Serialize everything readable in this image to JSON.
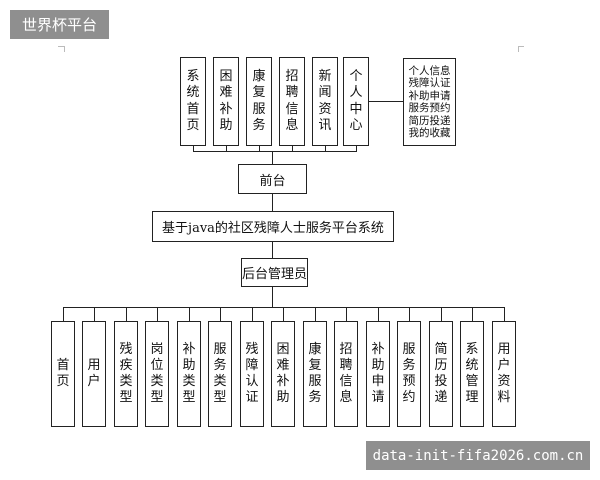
{
  "watermark_top": "世界杯平台",
  "watermark_bottom": "data-init-fifa2026.com.cn",
  "diagram": {
    "root": "基于java的社区残障人士服务平台系统",
    "frontend": {
      "label": "前台",
      "items": [
        "系统首页",
        "困难补助",
        "康复服务",
        "招聘信息",
        "新闻资讯",
        "个人中心"
      ],
      "personal_center_items": [
        "个人信息",
        "残障认证",
        "补助申请",
        "服务预约",
        "简历投递",
        "我的收藏"
      ]
    },
    "backend": {
      "label": "后台管理员",
      "items": [
        "首页",
        "用户",
        "残疾类型",
        "岗位类型",
        "补助类型",
        "服务类型",
        "残障认证",
        "困难补助",
        "康复服务",
        "招聘信息",
        "补助申请",
        "服务预约",
        "简历投递",
        "系统管理",
        "用户资料"
      ]
    }
  }
}
